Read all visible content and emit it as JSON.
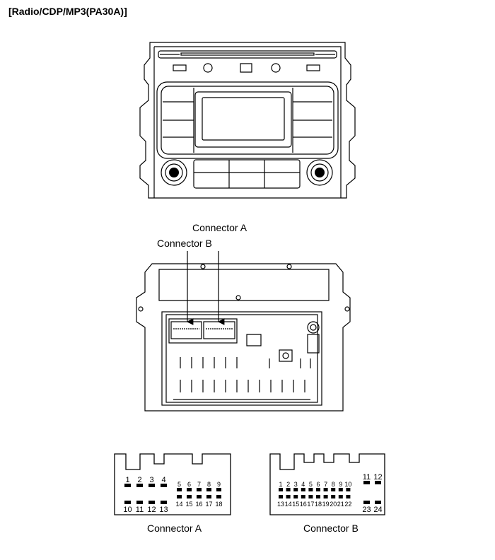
{
  "title": "[Radio/CDP/MP3(PA30A)]",
  "labels": {
    "connector_a": "Connector A",
    "connector_b": "Connector B"
  },
  "connector_a": {
    "caption": "Connector A",
    "pins": [
      "1",
      "2",
      "3",
      "4",
      "5",
      "6",
      "7",
      "8",
      "9",
      "10",
      "11",
      "12",
      "13",
      "14",
      "15",
      "16",
      "17",
      "18"
    ]
  },
  "connector_b": {
    "caption": "Connector B",
    "pins": [
      "1",
      "2",
      "3",
      "4",
      "5",
      "6",
      "7",
      "8",
      "9",
      "10",
      "11",
      "12",
      "13",
      "14",
      "15",
      "16",
      "17",
      "18",
      "19",
      "20",
      "21",
      "22",
      "23",
      "24"
    ]
  }
}
